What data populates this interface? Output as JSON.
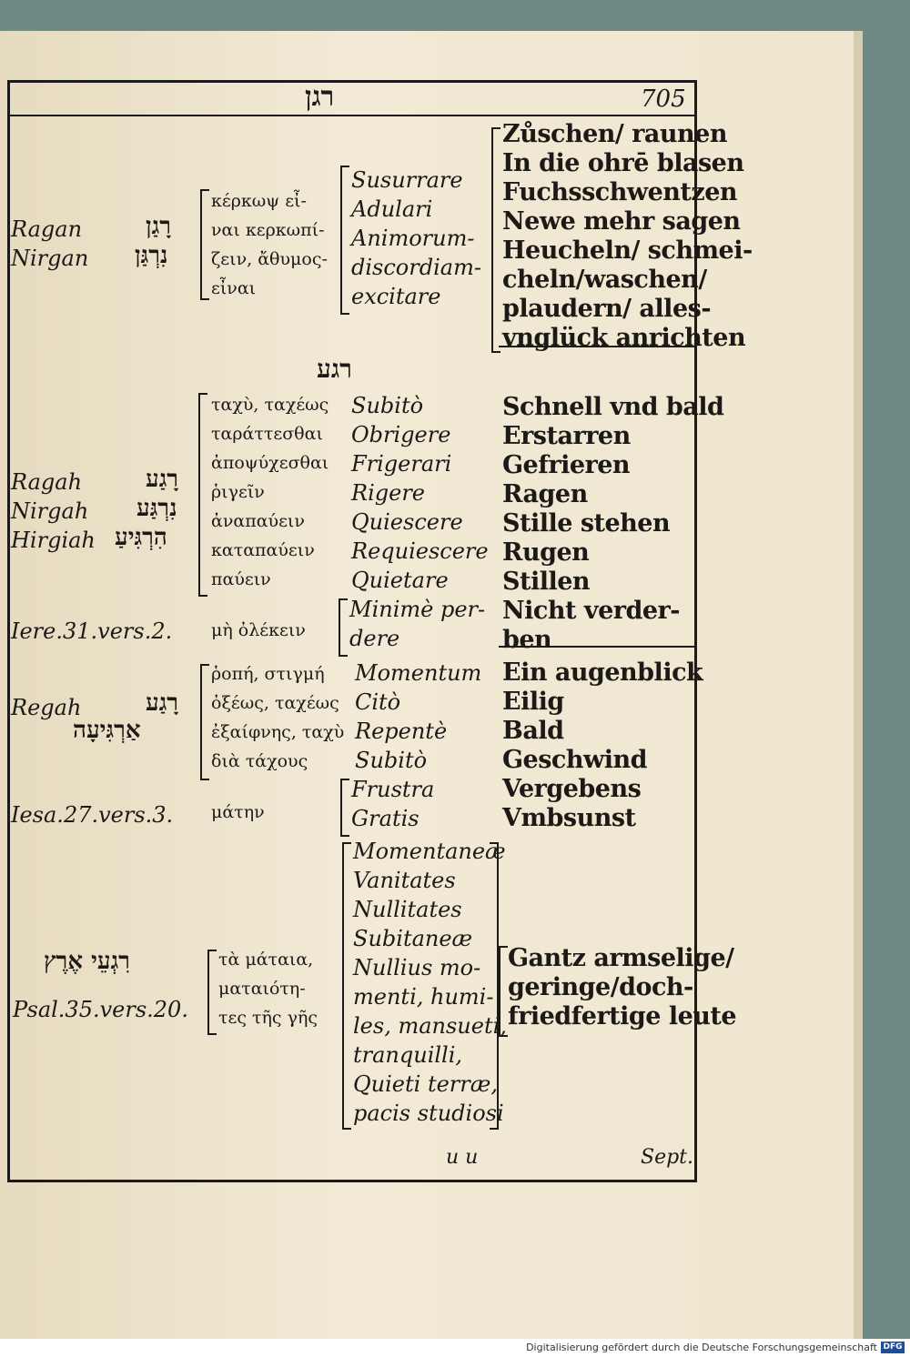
{
  "header": {
    "hebrew_root": "רגן",
    "page_number": "705"
  },
  "section1": {
    "left": [
      "Ragan",
      "Nirgan"
    ],
    "hebrew": [
      "רָגַן",
      "נִרְגַּן"
    ],
    "greek": [
      "κέρκωψ εἶ-",
      "ναι κερκωπί-",
      "ζειν, ἄθυμος-",
      "εἶναι"
    ],
    "latin": [
      "Susurrare",
      "Adulari",
      "Animorum-",
      "discordiam-",
      "excitare"
    ],
    "german": [
      "Zůschen/ raunen",
      "In die ohrē blasen",
      "Fuchsschwentzen",
      "Newe mehr sagen",
      "Heucheln/ schmei-",
      "cheln/waschen/",
      "plaudern/ alles-",
      "vnglück anrichten"
    ]
  },
  "heading2": "רגע",
  "section2": {
    "left": [
      "Ragah",
      "Nirgah",
      "Hirgiah"
    ],
    "hebrew": [
      "רָגַע",
      "נִרְגַּע",
      "הִרְגִּיעַ"
    ],
    "greek": [
      "ταχὺ, ταχέως",
      "ταράττεσθαι",
      "ἀποψύχεσθαι",
      "ῥιγεῖν",
      "ἀναπαύειν",
      "καταπαύειν",
      "παύειν"
    ],
    "latin": [
      "Subitò",
      "Obrigere",
      "Frigerari",
      "Rigere",
      "Quiescere",
      "Requiescere",
      "Quietare"
    ],
    "german": [
      "Schnell vnd bald",
      "Erstarren",
      "Gefrieren",
      "Ragen",
      "Stille stehen",
      "Rugen",
      "Stillen"
    ]
  },
  "section3": {
    "ref": "Iere.31.vers.2.",
    "greek": "μὴ ὀλέκειν",
    "latin": [
      "Minimè per-",
      "dere"
    ],
    "german": [
      "Nicht verder-",
      "ben"
    ]
  },
  "section4": {
    "left": "Regah",
    "hebrew1": "רָגַע",
    "hebrew2": "אַרְגִּיעָה",
    "greek": [
      "ῥοπή, στιγμή",
      "ὀξέως, ταχέως",
      "ἐξαίφνης, ταχὺ",
      "διὰ τάχους"
    ],
    "latin": [
      "Momentum",
      "Citò",
      "Repentè",
      "Subitò"
    ],
    "german": [
      "Ein augenblick",
      "Eilig",
      "Bald",
      "Geschwind"
    ]
  },
  "section5": {
    "ref": "Iesa.27.vers.3.",
    "greek": "μάτην",
    "latin": [
      "Frustra",
      "Gratis"
    ],
    "german": [
      "Vergebens",
      "Vmbsunst"
    ]
  },
  "section6": {
    "hebrew": "רִגְעֵי אֶרֶץ",
    "ref": "Psal.35.vers.20.",
    "greek": [
      "τὰ μάταια,",
      "ματαιότη-",
      "τες τῆς γῆς"
    ],
    "latin": [
      "Momentaneæ",
      "Vanitates",
      "Nullitates",
      "Subitaneæ",
      "Nullius mo-",
      "menti, humi-",
      "les, mansueti,",
      "tranquilli,",
      "Quieti terræ,",
      "pacis studiosi"
    ],
    "german": [
      "Gantz armselige/",
      "geringe/doch-",
      "friedfertige leute"
    ]
  },
  "footer": {
    "signature": "u u",
    "catchword": "Sept."
  },
  "scan_credit": "Digitalisierung gefördert durch die Deutsche Forschungsgemeinschaft",
  "dfg_logo": "DFG"
}
